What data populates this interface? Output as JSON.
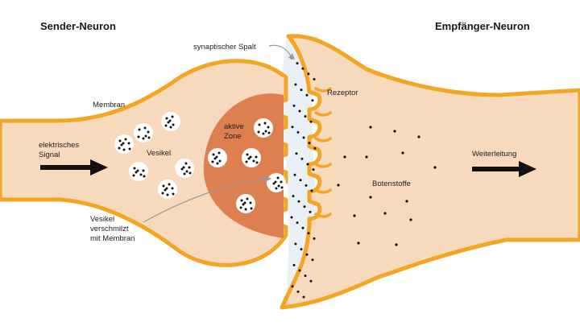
{
  "titles": {
    "sender": "Sender-Neuron",
    "receiver": "Empfänger-Neuron"
  },
  "labels": {
    "membrane": "Membran",
    "input_signal": [
      "elektrisches",
      "Signal"
    ],
    "vesicle": "Vesikel",
    "active_zone": [
      "aktive",
      "Zone"
    ],
    "synaptic_cleft": "synaptischer Spalt",
    "receptor": "Rezeptor",
    "neurotransmitters": "Botenstoffe",
    "output": "Weiterleitung",
    "fused_vesicle": [
      "Vesikel",
      "verschmilzt",
      "mit Membran"
    ]
  },
  "colors": {
    "neuron_fill": "#f7d9bd",
    "membrane": "#f5a524",
    "active_zone": "#dd7f4e",
    "cleft": "#e9f1f7",
    "vesicle": "#ffffff",
    "dot": "#111111",
    "arrow": "#111111",
    "pointer": "#9a9a9a"
  },
  "icons": {
    "input": "arrow-right-icon",
    "output": "arrow-right-icon"
  }
}
